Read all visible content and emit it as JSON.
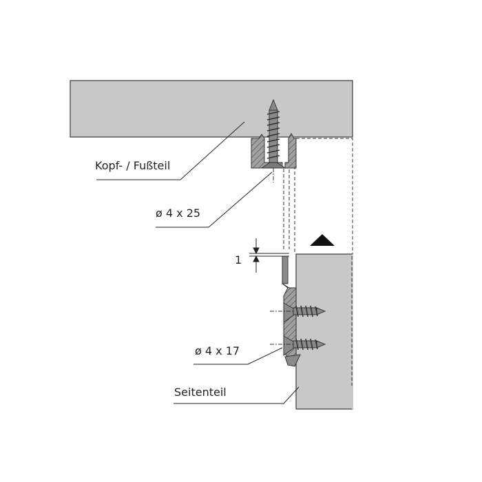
{
  "labels": {
    "head_foot_part": "Kopf- / Fußteil",
    "screw_top": "ø 4 x 25",
    "gap_dimension": "1",
    "screw_side": "ø 4 x 17",
    "side_part": "Seitenteil"
  },
  "colors": {
    "panel_fill": "#c8c8c8",
    "outline": "#3a3a3a",
    "metal": "#8a8a8a"
  }
}
